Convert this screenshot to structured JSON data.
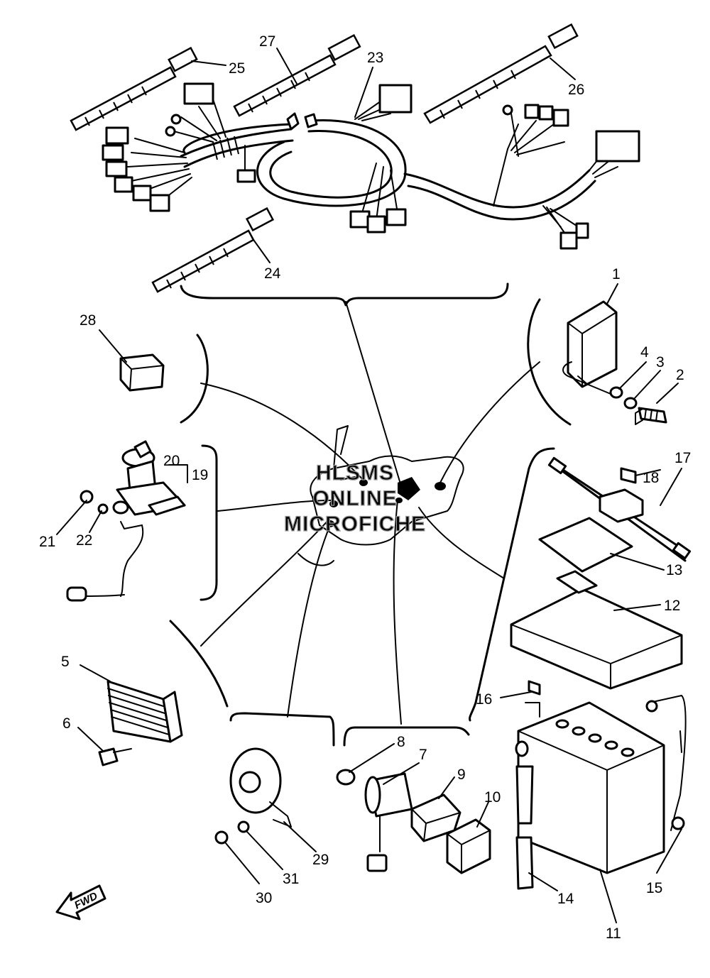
{
  "watermark": [
    "HLSMS",
    "ONLINE",
    "MICROFICHE"
  ],
  "fwd_label": "FWD",
  "callouts": {
    "p1": "1",
    "p2": "2",
    "p3": "3",
    "p4": "4",
    "p5": "5",
    "p6": "6",
    "p7": "7",
    "p8": "8",
    "p9": "9",
    "p10": "10",
    "p11": "11",
    "p12": "12",
    "p13": "13",
    "p14": "14",
    "p15": "15",
    "p16": "16",
    "p17": "17",
    "p18": "18",
    "p19": "19",
    "p20": "20",
    "p21": "21",
    "p22": "22",
    "p23": "23",
    "p24": "24",
    "p25": "25",
    "p26": "26",
    "p27": "27",
    "p28": "28",
    "p29": "29",
    "p30": "30",
    "p31": "31"
  }
}
